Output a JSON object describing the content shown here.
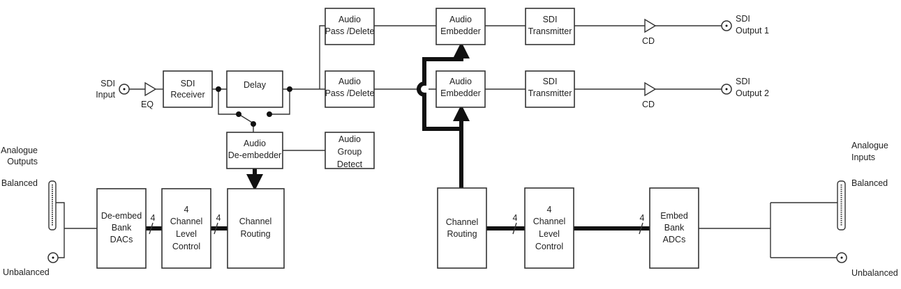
{
  "sdi_input": {
    "lines": [
      "SDI",
      "Input"
    ]
  },
  "eq_label": "EQ",
  "blocks": {
    "sdi_receiver": [
      "SDI",
      "Receiver"
    ],
    "delay": [
      "Delay"
    ],
    "audio_pass_delete_1": [
      "Audio",
      "Pass /Delete"
    ],
    "audio_pass_delete_2": [
      "Audio",
      "Pass /Delete"
    ],
    "audio_embedder_1": [
      "Audio",
      "Embedder"
    ],
    "audio_embedder_2": [
      "Audio",
      "Embedder"
    ],
    "sdi_transmitter_1": [
      "SDI",
      "Transmitter"
    ],
    "sdi_transmitter_2": [
      "SDI",
      "Transmitter"
    ],
    "audio_deembedder": [
      "Audio",
      "De-embedder"
    ],
    "audio_group_detect": [
      "Audio",
      "Group",
      "Detect"
    ],
    "deembed_bank_dacs": [
      "De-embed",
      "Bank",
      "DACs"
    ],
    "level_control_left": [
      "4",
      "Channel",
      "Level",
      "Control"
    ],
    "channel_routing_left": [
      "Channel",
      "Routing"
    ],
    "channel_routing_right": [
      "Channel",
      "Routing"
    ],
    "level_control_right": [
      "4",
      "Channel",
      "Level",
      "Control"
    ],
    "embed_bank_adcs": [
      "Embed",
      "Bank",
      "ADCs"
    ]
  },
  "cd_labels": [
    "CD",
    "CD"
  ],
  "sdi_outputs": [
    [
      "SDI",
      "Output 1"
    ],
    [
      "SDI",
      "Output 2"
    ]
  ],
  "bus_width_label": "4",
  "analogue_outputs": {
    "title": [
      "Analogue",
      "Outputs"
    ],
    "balanced": "Balanced",
    "unbalanced": "Unbalanced"
  },
  "analogue_inputs": {
    "title": [
      "Analogue",
      "Inputs"
    ],
    "balanced": "Balanced",
    "unbalanced": "Unbalanced"
  }
}
